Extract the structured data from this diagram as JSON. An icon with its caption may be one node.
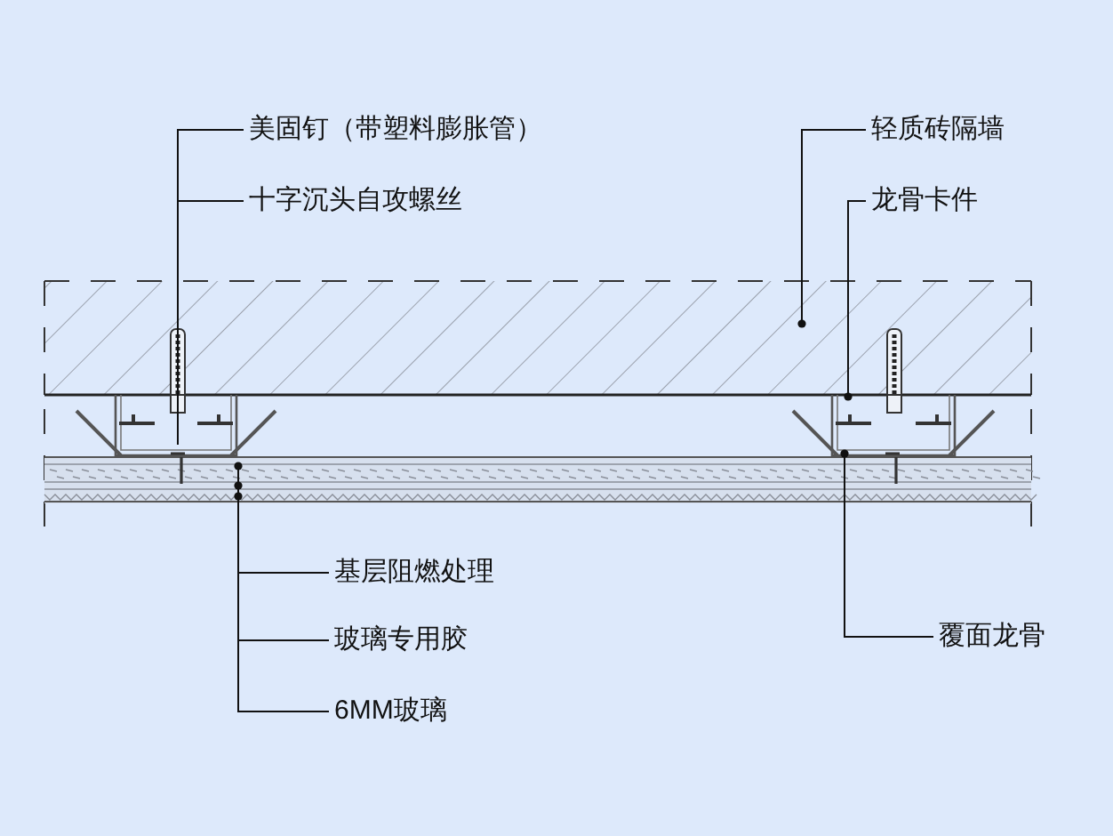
{
  "diagram": {
    "nodes": [
      {
        "text": [
          "美固钉（带塑料膨胀管）"
        ]
      },
      {
        "text": [
          "十字沉头自攻螺丝"
        ]
      },
      {
        "text": [
          "轻质砖隔墙"
        ]
      },
      {
        "text": [
          "龙骨卡件"
        ]
      },
      {
        "text": [
          "基层阻燃处理"
        ]
      },
      {
        "text": [
          "玻璃专用胶"
        ]
      },
      {
        "text": [
          "6MM玻璃"
        ]
      },
      {
        "text": [
          "覆面龙骨"
        ]
      }
    ],
    "edges": [
      {
        "from": 0,
        "to": null,
        "arrow": "none"
      },
      {
        "from": 1,
        "to": null,
        "arrow": "none"
      },
      {
        "from": 2,
        "to": null,
        "arrow": "other"
      },
      {
        "from": 3,
        "to": null,
        "arrow": "other"
      },
      {
        "from": 4,
        "to": null,
        "arrow": "other"
      },
      {
        "from": 5,
        "to": null,
        "arrow": "other"
      },
      {
        "from": 6,
        "to": null,
        "arrow": "other"
      },
      {
        "from": 7,
        "to": null,
        "arrow": "other"
      }
    ]
  }
}
